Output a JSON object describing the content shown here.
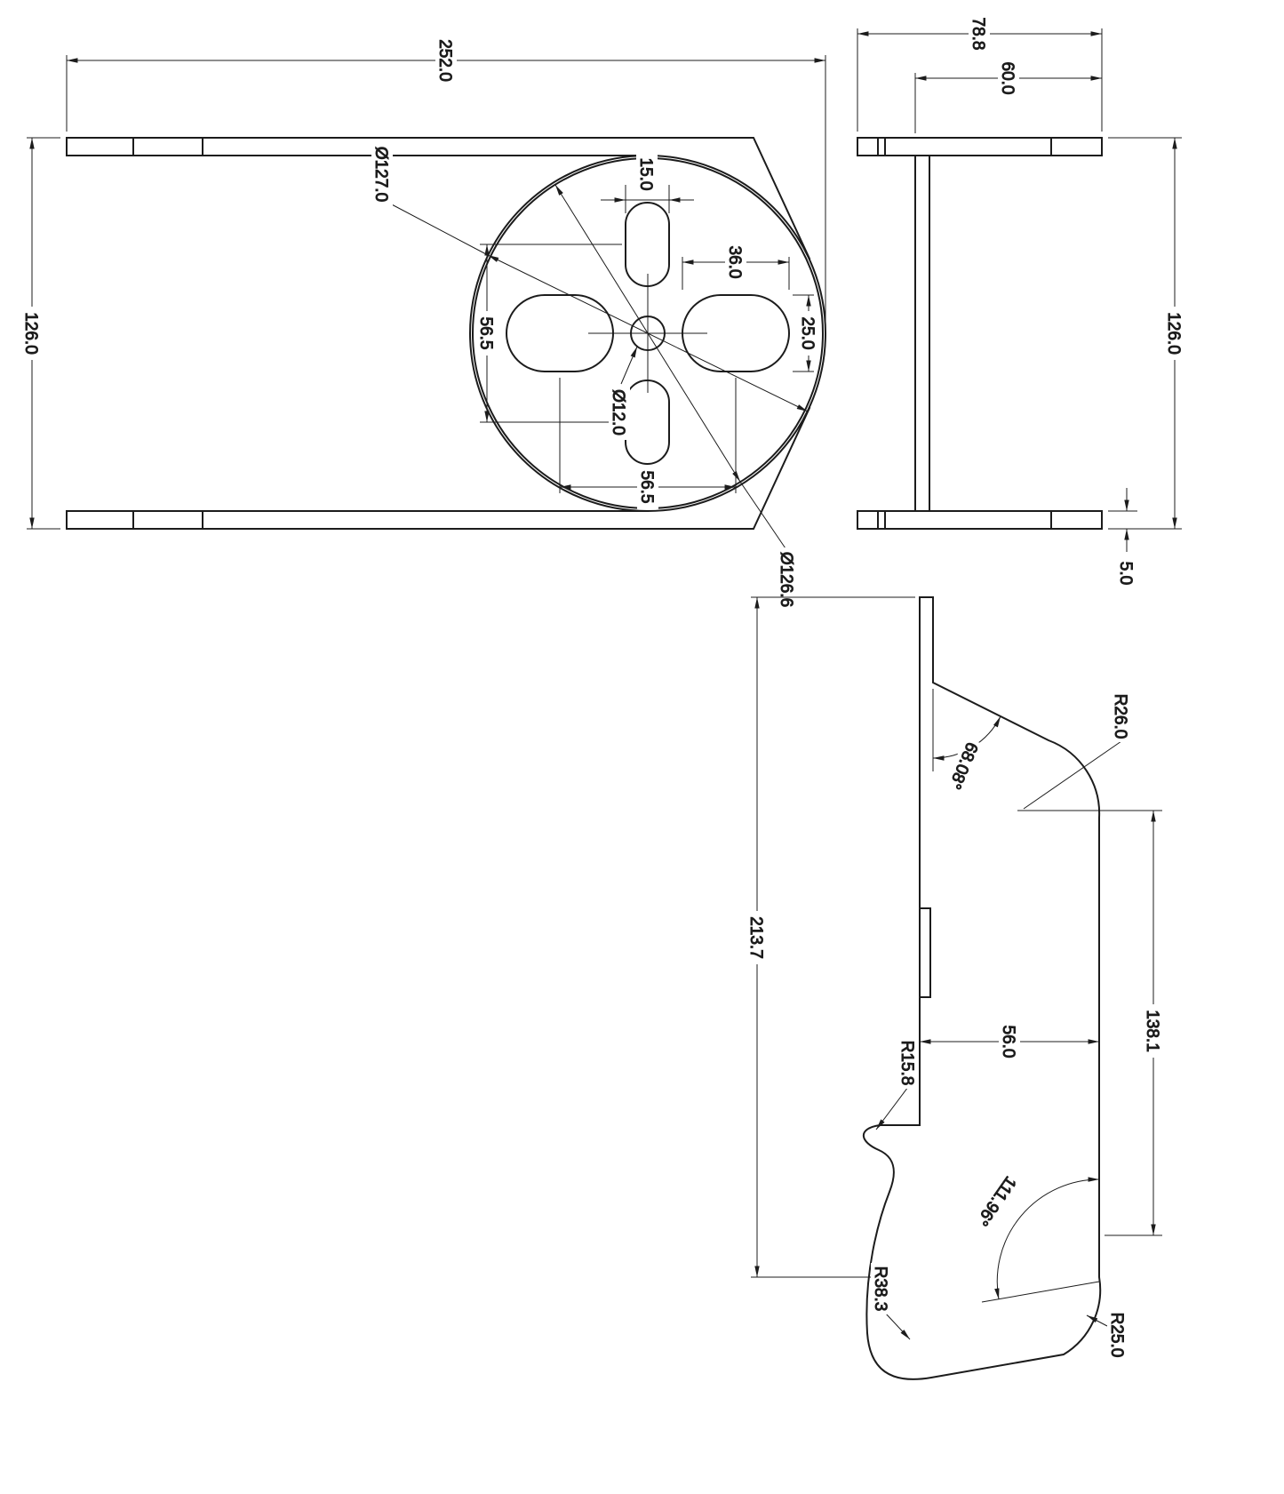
{
  "colors": {
    "line": "#1c1c1c",
    "background": "#ffffff"
  },
  "views": {
    "top_view": {
      "dims": {
        "length": "252.0",
        "height": "126.0",
        "outer_diameter": "Ø127.0",
        "inner_diameter": "Ø126.6",
        "slot_width": "15.0",
        "slot_length": "36.0",
        "slot_height": "25.0",
        "slot_spacing_vertical": "56.5",
        "slot_spacing_horizontal": "56.5",
        "center_hole_diameter": "Ø12.0"
      }
    },
    "end_view": {
      "dims": {
        "width": "78.8",
        "flange_width": "60.0",
        "height": "126.0",
        "flange_thickness": "5.0"
      }
    },
    "profile_view": {
      "dims": {
        "height": "213.7",
        "edge_height": "138.1",
        "depth": "56.0",
        "top_angle": "68.08°",
        "bottom_angle": "111.96°",
        "top_radius": "R26.0",
        "notch_radius": "R15.8",
        "cove_radius": "R38.3",
        "corner_radius": "R25.0"
      }
    }
  }
}
